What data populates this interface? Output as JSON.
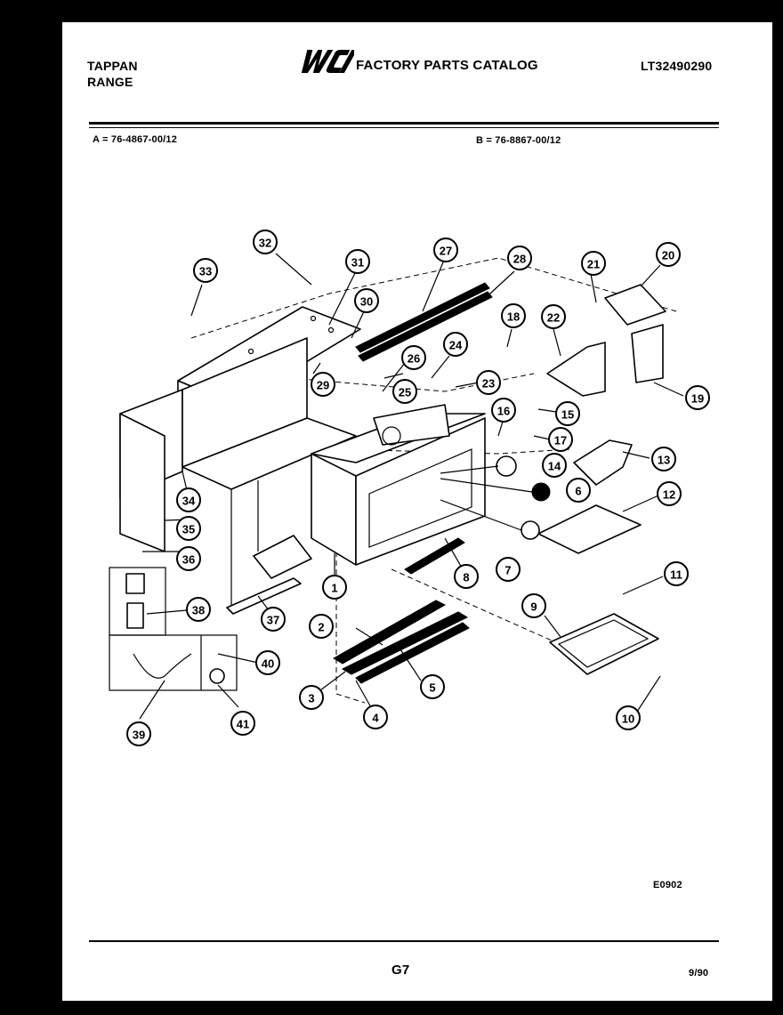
{
  "header": {
    "brand": "TAPPAN",
    "product": "RANGE",
    "title": "FACTORY PARTS CATALOG",
    "model": "LT32490290",
    "variant_a": "A = 76-4867-00/12",
    "variant_b": "B = 76-8867-00/12"
  },
  "callouts": [
    "1",
    "2",
    "3",
    "4",
    "5",
    "6",
    "7",
    "8",
    "9",
    "10",
    "11",
    "12",
    "13",
    "14",
    "15",
    "16",
    "17",
    "18",
    "19",
    "20",
    "21",
    "22",
    "23",
    "24",
    "25",
    "26",
    "27",
    "28",
    "29",
    "30",
    "31",
    "32",
    "33",
    "34",
    "35",
    "36",
    "37",
    "38",
    "39",
    "40",
    "41"
  ],
  "footer": {
    "code": "E0902",
    "page": "G7",
    "date": "9/90"
  }
}
